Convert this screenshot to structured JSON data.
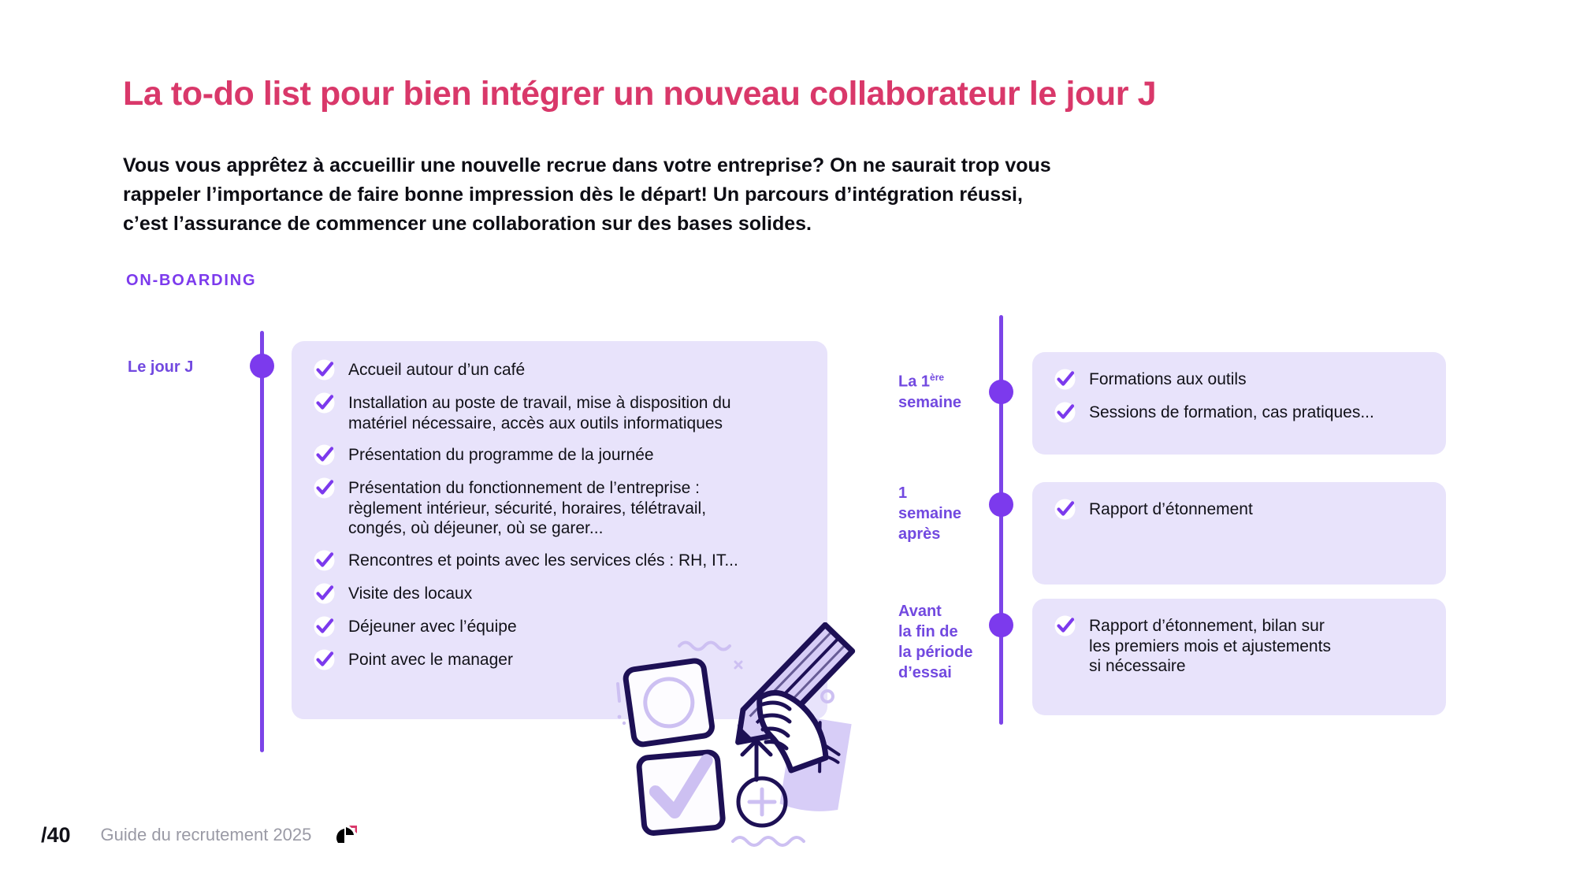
{
  "title": "La to-do list pour bien intégrer un nouveau collaborateur le jour J",
  "intro": {
    "line1": "Vous vous apprêtez à accueillir une nouvelle recrue dans votre entreprise? On ne saurait trop vous",
    "line2": "rappeler l’importance de faire bonne impression dès le départ! Un parcours d’intégration réussi,",
    "line3": "c’est l’assurance de commencer une collaboration sur des bases solides."
  },
  "section_label": "ON-BOARDING",
  "colors": {
    "title_pink": "#d9386a",
    "accent_purple": "#7c3aed",
    "label_purple": "#7249e0",
    "card_bg": "#e8e3fb",
    "body_text": "#111118",
    "footer_gray": "#9a9aa5",
    "illustration_navy": "#1d1055",
    "illustration_lilac": "#d7cdf7"
  },
  "timeline_left": {
    "label": "Le jour J",
    "items": [
      {
        "lines": [
          "Accueil autour d’un café"
        ]
      },
      {
        "lines": [
          "Installation au poste de travail, mise à disposition du",
          "matériel nécessaire, accès aux outils informatiques"
        ]
      },
      {
        "lines": [
          "Présentation du programme de la journée"
        ]
      },
      {
        "lines": [
          "Présentation du fonctionnement de l’entreprise :",
          "règlement intérieur, sécurité, horaires, télétravail,",
          "congés, où déjeuner, où se garer..."
        ]
      },
      {
        "lines": [
          "Rencontres et points avec les services clés : RH, IT..."
        ]
      },
      {
        "lines": [
          "Visite des locaux"
        ]
      },
      {
        "lines": [
          "Déjeuner avec l’équipe"
        ]
      },
      {
        "lines": [
          "Point avec le manager"
        ]
      }
    ]
  },
  "timeline_right": [
    {
      "label_lines": [
        "La 1ère",
        "semaine"
      ],
      "label_sup": "ère",
      "label_prefix": "La 1",
      "items": [
        {
          "lines": [
            "Formations aux outils"
          ]
        },
        {
          "lines": [
            "Sessions de formation, cas pratiques..."
          ]
        }
      ]
    },
    {
      "label_lines": [
        "1",
        "semaine",
        "après"
      ],
      "items": [
        {
          "lines": [
            "Rapport d’étonnement"
          ]
        }
      ]
    },
    {
      "label_lines": [
        "Avant",
        "la fin de",
        "la période",
        "d’essai"
      ],
      "items": [
        {
          "lines": [
            "Rapport d’étonnement, bilan sur",
            "les premiers mois et ajustements",
            "si nécessaire"
          ]
        }
      ]
    }
  ],
  "illustration": {
    "name": "hand-with-pencil-checking-checkboxes"
  },
  "footer": {
    "page": "/40",
    "text": "Guide du recrutement 2025",
    "logo": "apec-logo"
  }
}
